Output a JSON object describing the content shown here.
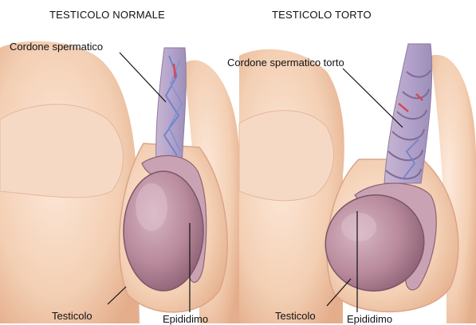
{
  "panels": [
    {
      "title": "TESTICOLO NORMALE"
    },
    {
      "title": "TESTICOLO TORTO"
    }
  ],
  "labels": {
    "left_cord": "Cordone spermatico",
    "right_cord": "Cordone spermatico torto",
    "left_testis": "Testicolo",
    "left_epididymis": "Epididimo",
    "right_testis": "Testicolo",
    "right_epididymis": "Epididimo"
  },
  "colors": {
    "skin": "#f3cfb3",
    "skin_dark": "#e3ae8c",
    "testis": "#b88a9c",
    "cord": "#a99ac2",
    "vessel": "#6f86c9",
    "artery": "#d2495a",
    "leader": "#111111"
  }
}
